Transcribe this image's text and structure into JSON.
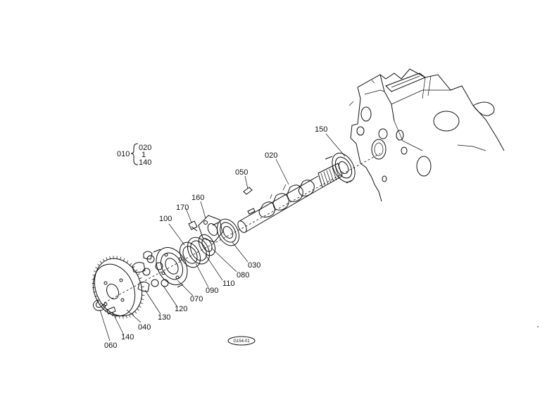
{
  "callouts": {
    "p010": "010",
    "p020": "020",
    "p030": "030",
    "p040": "040",
    "p050": "050",
    "p060": "060",
    "p070": "070",
    "p080": "080",
    "p090": "090",
    "p100": "100",
    "p110": "110",
    "p120": "120",
    "p130": "130",
    "p140": "140",
    "p150": "150",
    "p160": "160",
    "p170": "170"
  },
  "group_bracket": {
    "top": "020",
    "middle": "1",
    "bottom": "140"
  },
  "figure_code": "G154-01"
}
